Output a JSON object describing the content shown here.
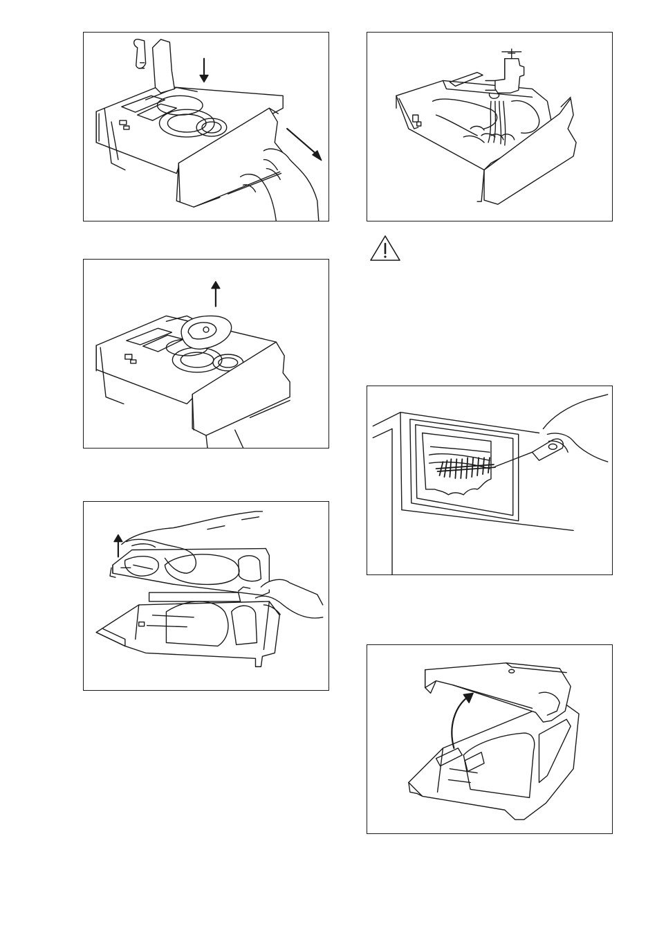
{
  "page": {
    "background": "#ffffff",
    "line_color": "#1a1a1a"
  },
  "figures": [
    {
      "id": "fig1",
      "icon": "press-release-lever-pull-drawer-illustration"
    },
    {
      "id": "fig2",
      "icon": "lift-siphon-cap-illustration"
    },
    {
      "id": "fig3",
      "icon": "lift-drawer-top-cover-illustration"
    },
    {
      "id": "fig4",
      "icon": "rinse-drawer-under-tap-illustration"
    },
    {
      "id": "fig5",
      "icon": "brush-clean-drawer-recess-illustration"
    },
    {
      "id": "fig6",
      "icon": "refit-drawer-cover-illustration"
    }
  ],
  "warning": {
    "icon": "warning-triangle-icon"
  }
}
